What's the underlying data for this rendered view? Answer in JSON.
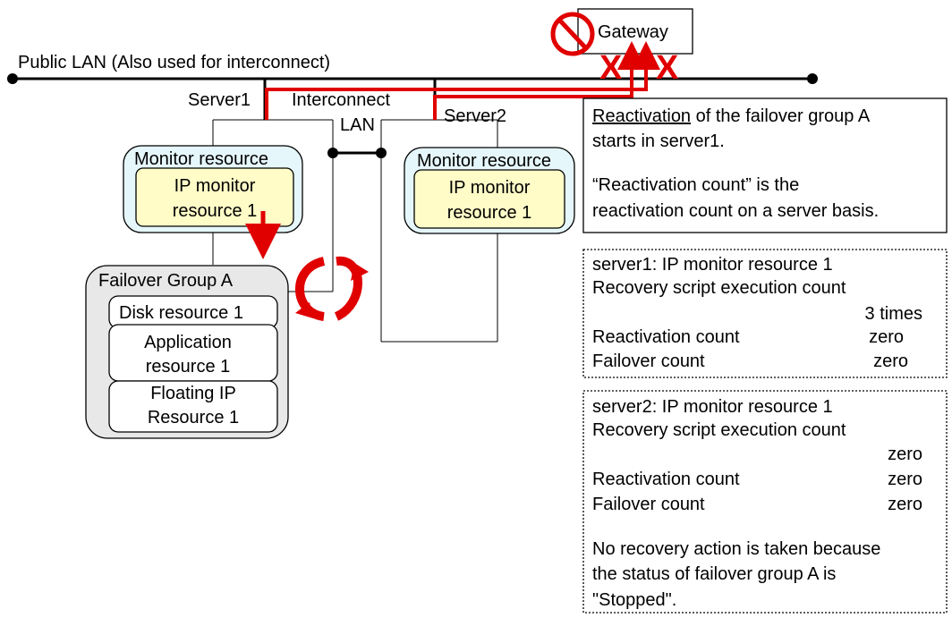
{
  "colors": {
    "line": "#000000",
    "red": "#e00000",
    "monitor_bg": "#e6f7fb",
    "ip_bg": "#fffcc8",
    "group_bg": "#e8e8e8",
    "box_bg": "#ffffff"
  },
  "gateway": {
    "label": "Gateway",
    "icon": "prohibited-icon",
    "x_marks": [
      "X",
      "X"
    ]
  },
  "public_lan": {
    "label": "Public LAN (Also used for interconnect)"
  },
  "servers": {
    "server1": "Server1",
    "server2": "Server2"
  },
  "interconnect": {
    "line1": "Interconnect",
    "line2": "LAN"
  },
  "monitor1": {
    "title": "Monitor resource",
    "ip_line1": "IP monitor",
    "ip_line2": "resource 1"
  },
  "monitor2": {
    "title": "Monitor resource",
    "ip_line1": "IP monitor",
    "ip_line2": "resource 1"
  },
  "failover_group": {
    "title": "Failover Group A",
    "disk": "Disk resource 1",
    "app_line1": "Application",
    "app_line2": "resource 1",
    "fip_line1": "Floating IP",
    "fip_line2": "Resource 1"
  },
  "note": {
    "underlined": "Reactivation",
    "line1_rest": " of the failover group A",
    "line2": "starts in server1.",
    "line3": "“Reactivation count” is the",
    "line4": "reactivation count on a server basis."
  },
  "server1_box": {
    "title": "server1: IP monitor resource 1",
    "script_label": "Recovery script execution count",
    "script_value": "3 times",
    "reactivation_label": "Reactivation count",
    "reactivation_value": "zero",
    "failover_label": "Failover count",
    "failover_value": "zero"
  },
  "server2_box": {
    "title": "server2: IP monitor resource 1",
    "script_label": "Recovery script execution count",
    "script_value": "zero",
    "reactivation_label": "Reactivation count",
    "reactivation_value": "zero",
    "failover_label": "Failover count",
    "failover_value": "zero",
    "note_line1": "No recovery action is taken because",
    "note_line2": "the status of failover group A is",
    "note_line3": "\"Stopped\"."
  }
}
